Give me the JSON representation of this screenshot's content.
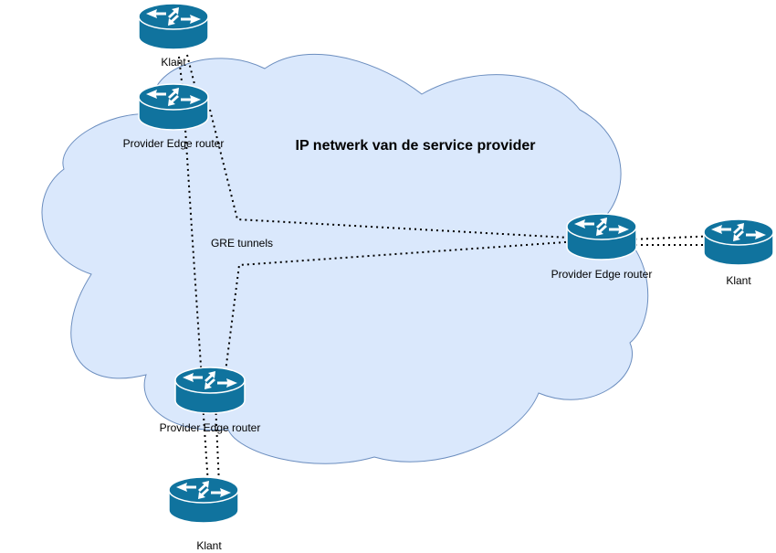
{
  "diagram": {
    "cloud_title": "IP netwerk van de service provider",
    "tunnels_label": "GRE tunnels",
    "colors": {
      "cloud_fill": "#dae8fc",
      "cloud_stroke": "#6c8ebf",
      "router": "#10739e",
      "tunnel_line": "#000000"
    },
    "nodes": {
      "klant_top": {
        "label": "Klant",
        "icon": "router-icon"
      },
      "pe_top": {
        "label": "Provider Edge router",
        "icon": "router-icon"
      },
      "pe_right": {
        "label": "Provider Edge router",
        "icon": "router-icon"
      },
      "klant_right": {
        "label": "Klant",
        "icon": "router-icon"
      },
      "pe_bottom": {
        "label": "Provider Edge router",
        "icon": "router-icon"
      },
      "klant_bottom": {
        "label": "Klant",
        "icon": "router-icon"
      }
    },
    "connections": [
      {
        "from": "klant_top",
        "to": "pe_top",
        "style": "dotted"
      },
      {
        "from": "klant_right",
        "to": "pe_right",
        "style": "dotted"
      },
      {
        "from": "klant_bottom",
        "to": "pe_bottom",
        "style": "dotted"
      },
      {
        "from": "pe_top",
        "to": "pe_right",
        "style": "dotted",
        "type": "GRE tunnel"
      },
      {
        "from": "pe_top",
        "to": "pe_bottom",
        "style": "dotted",
        "type": "GRE tunnel"
      },
      {
        "from": "pe_bottom",
        "to": "pe_right",
        "style": "dotted",
        "type": "GRE tunnel"
      }
    ]
  }
}
